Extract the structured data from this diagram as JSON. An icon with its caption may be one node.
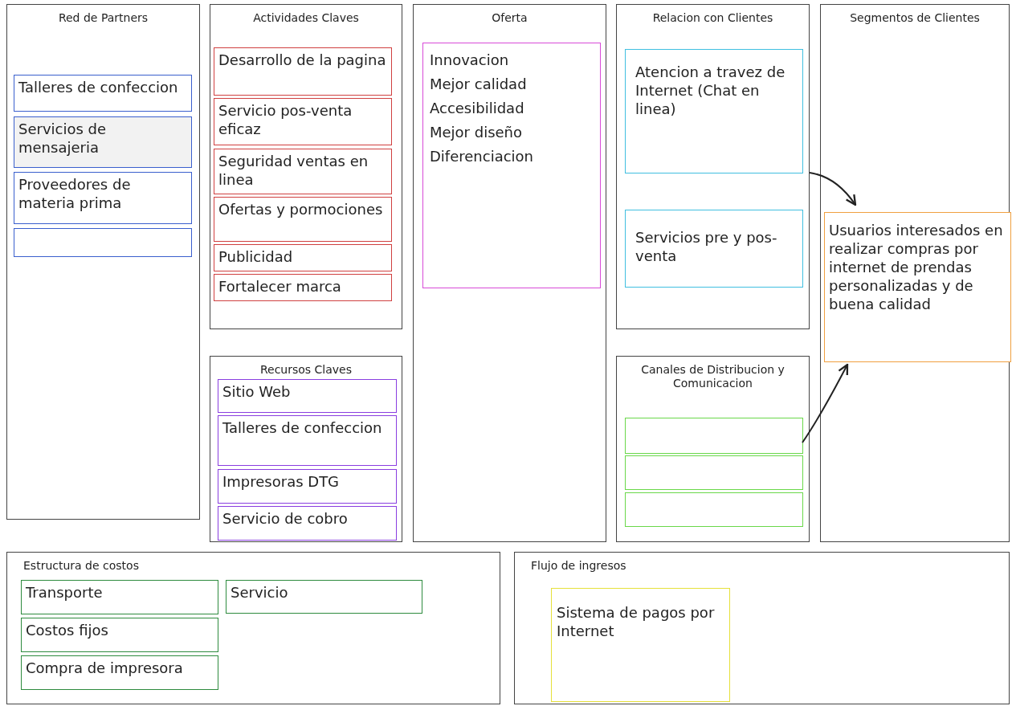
{
  "diagram": {
    "nodes": [
      {
        "text": [
          "Red de Partners"
        ]
      },
      {
        "text": [
          "Talleres de confeccion"
        ],
        "in": 0
      },
      {
        "text": [
          "Servicios de mensajeria"
        ],
        "in": 0
      },
      {
        "text": [
          "Proveedores de materia prima"
        ],
        "in": 0
      },
      {
        "text": [],
        "shape": "box",
        "in": 0
      },
      {
        "text": [
          "Actividades Claves"
        ]
      },
      {
        "text": [
          "Desarrollo de la pagina"
        ],
        "in": 5
      },
      {
        "text": [
          "Servicio pos-venta eficaz"
        ],
        "in": 5
      },
      {
        "text": [
          "Seguridad ventas en linea"
        ],
        "in": 5
      },
      {
        "text": [
          "Ofertas y pormociones"
        ],
        "in": 5
      },
      {
        "text": [
          "Publicidad"
        ],
        "in": 5
      },
      {
        "text": [
          "Fortalecer marca"
        ],
        "in": 5
      },
      {
        "text": [
          "Recursos Claves"
        ]
      },
      {
        "text": [
          "Sitio Web"
        ],
        "in": 12
      },
      {
        "text": [
          "Talleres de confeccion"
        ],
        "in": 12
      },
      {
        "text": [
          "Impresoras DTG"
        ],
        "in": 12
      },
      {
        "text": [
          "Servicio de cobro"
        ],
        "in": 12
      },
      {
        "text": [
          "Oferta"
        ]
      },
      {
        "text": [
          "Innovacion",
          "Mejor calidad",
          "Accesibilidad",
          "Mejor diseño",
          "Diferenciacion"
        ],
        "in": 17
      },
      {
        "text": [
          "Relacion con Clientes"
        ]
      },
      {
        "text": [
          "Atencion a travez de Internet (Chat en linea)"
        ],
        "in": 19
      },
      {
        "text": [
          "Servicios pre y pos-venta"
        ],
        "in": 19
      },
      {
        "text": [
          "Canales de Distribucion y Comunicacion"
        ]
      },
      {
        "text": [],
        "shape": "box",
        "in": 22
      },
      {
        "text": [],
        "shape": "box",
        "in": 22
      },
      {
        "text": [],
        "shape": "box",
        "in": 22
      },
      {
        "text": [
          "Segmentos de Clientes"
        ]
      },
      {
        "text": [
          "Usuarios interesados en realizar compras por internet de prendas personalizadas y de buena calidad"
        ],
        "in": 26
      },
      {
        "text": [
          "Estructura de costos"
        ]
      },
      {
        "text": [
          "Transporte"
        ],
        "in": 28
      },
      {
        "text": [
          "Servicio"
        ],
        "in": 28
      },
      {
        "text": [
          "Costos fijos"
        ],
        "in": 28
      },
      {
        "text": [
          "Compra de impresora"
        ],
        "in": 28
      },
      {
        "text": [
          "Flujo de ingresos"
        ]
      },
      {
        "text": [
          "Sistema de pagos por Internet"
        ],
        "in": 33
      }
    ],
    "edges": [
      {
        "from": 19,
        "to": 27,
        "arrow": "to"
      },
      {
        "from": 23,
        "to": 27,
        "arrow": "to"
      }
    ]
  }
}
